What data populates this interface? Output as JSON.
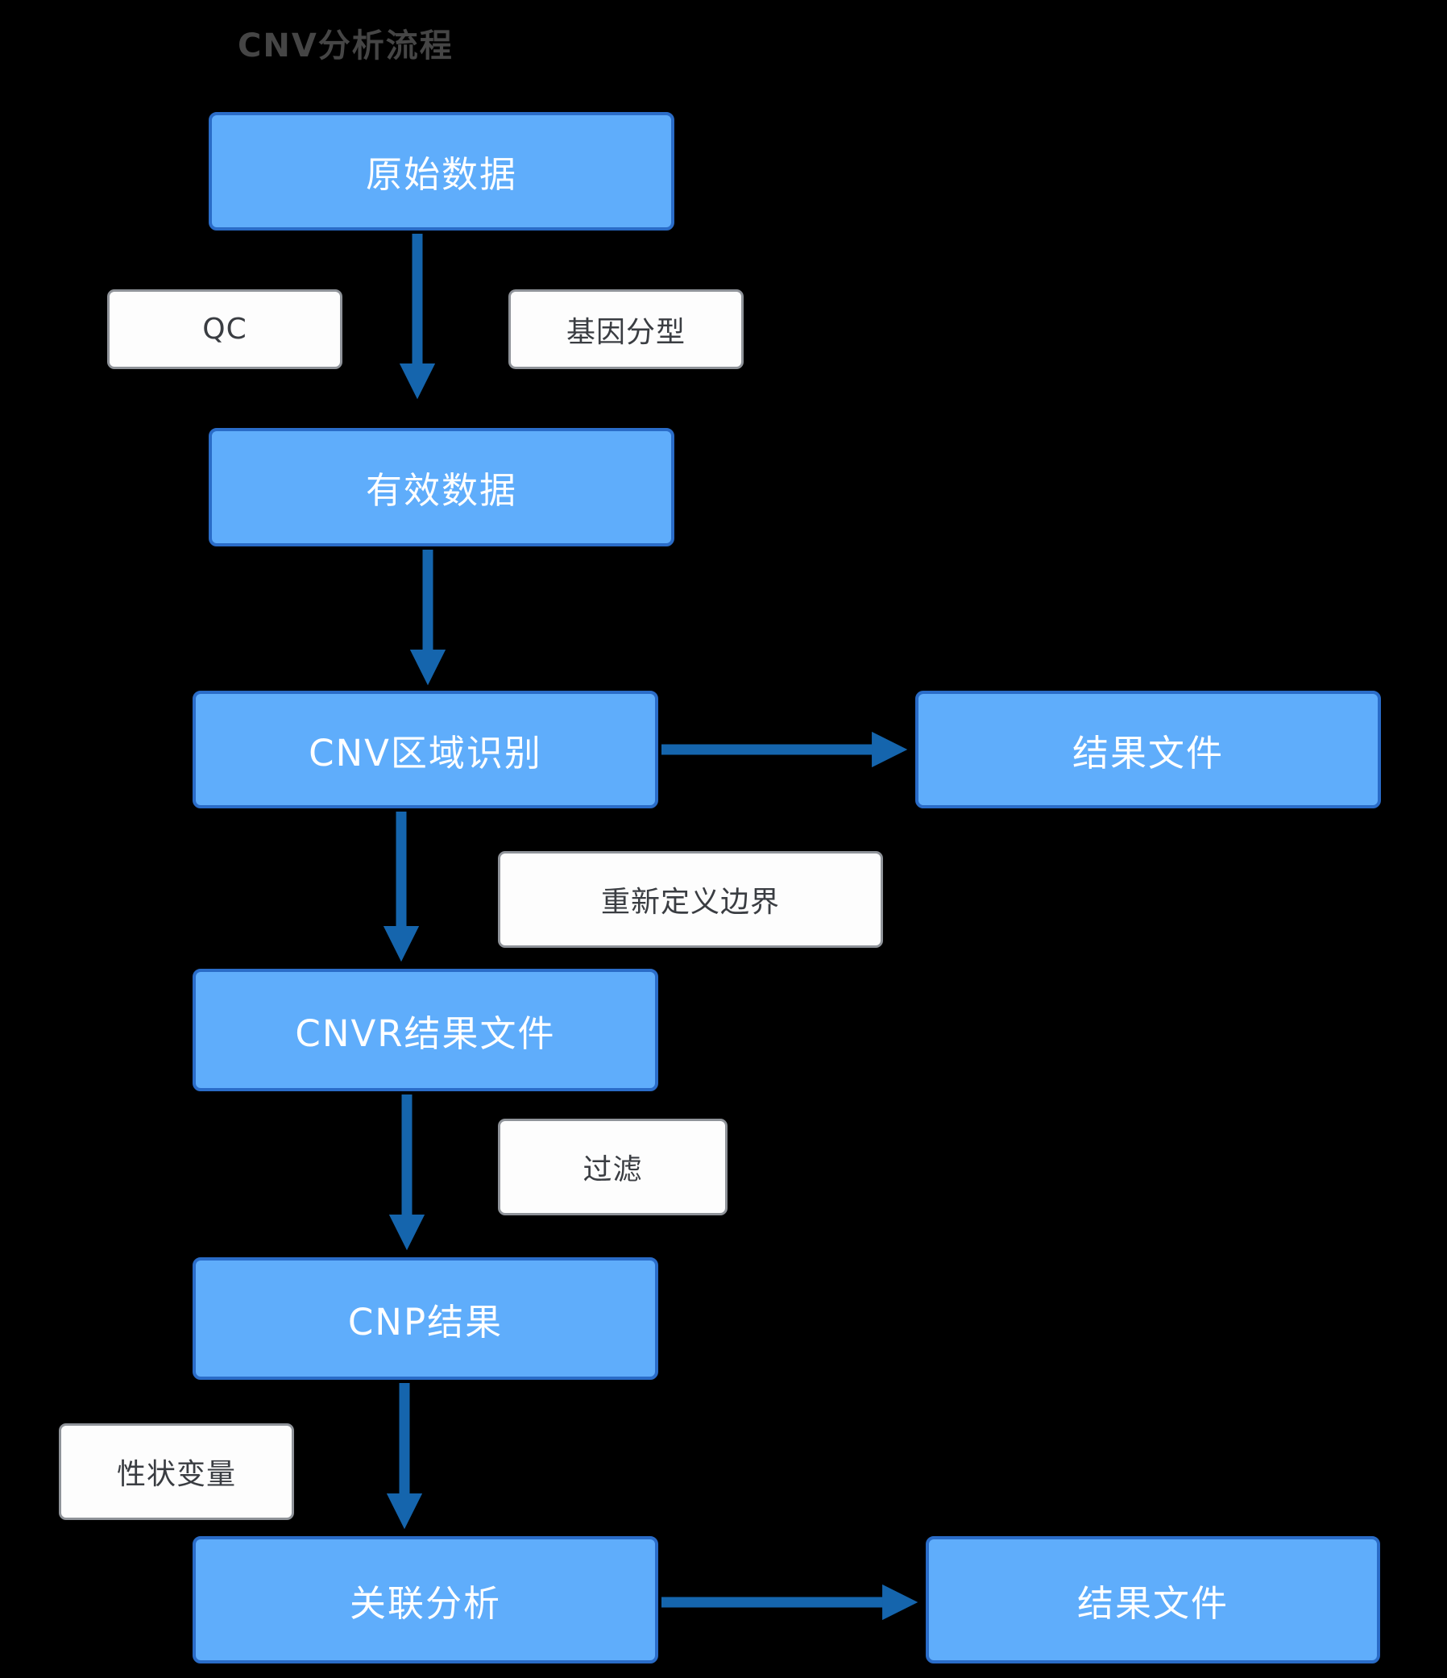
{
  "title": "CNV分析流程",
  "colors": {
    "background": "#000000",
    "node_fill": "#5fadfb",
    "node_border": "#2a6cc8",
    "node_text": "#ffffff",
    "label_bg": "#fdfdfd",
    "label_border": "#8f9399",
    "label_text": "#3a3d42",
    "arrow": "#1565ad",
    "title_text": "#454545"
  },
  "nodes": [
    {
      "id": "raw-data",
      "label": "原始数据"
    },
    {
      "id": "valid-data",
      "label": "有效数据"
    },
    {
      "id": "cnv-region",
      "label": "CNV区域识别"
    },
    {
      "id": "result-file-1",
      "label": "结果文件"
    },
    {
      "id": "cnvr-result",
      "label": "CNVR结果文件"
    },
    {
      "id": "cnp-result",
      "label": "CNP结果"
    },
    {
      "id": "association",
      "label": "关联分析"
    },
    {
      "id": "result-file-2",
      "label": "结果文件"
    }
  ],
  "edge_labels": [
    {
      "id": "qc",
      "label": "QC"
    },
    {
      "id": "genotyping",
      "label": "基因分型"
    },
    {
      "id": "redefine-boundary",
      "label": "重新定义边界"
    },
    {
      "id": "filter",
      "label": "过滤"
    },
    {
      "id": "trait-variable",
      "label": "性状变量"
    }
  ],
  "edges": [
    {
      "from": "raw-data",
      "to": "valid-data",
      "labels": [
        "QC",
        "基因分型"
      ]
    },
    {
      "from": "valid-data",
      "to": "cnv-region",
      "labels": []
    },
    {
      "from": "cnv-region",
      "to": "result-file-1",
      "labels": []
    },
    {
      "from": "cnv-region",
      "to": "cnvr-result",
      "labels": [
        "重新定义边界"
      ]
    },
    {
      "from": "cnvr-result",
      "to": "cnp-result",
      "labels": [
        "过滤"
      ]
    },
    {
      "from": "cnp-result",
      "to": "association",
      "labels": [
        "性状变量"
      ]
    },
    {
      "from": "association",
      "to": "result-file-2",
      "labels": []
    }
  ]
}
